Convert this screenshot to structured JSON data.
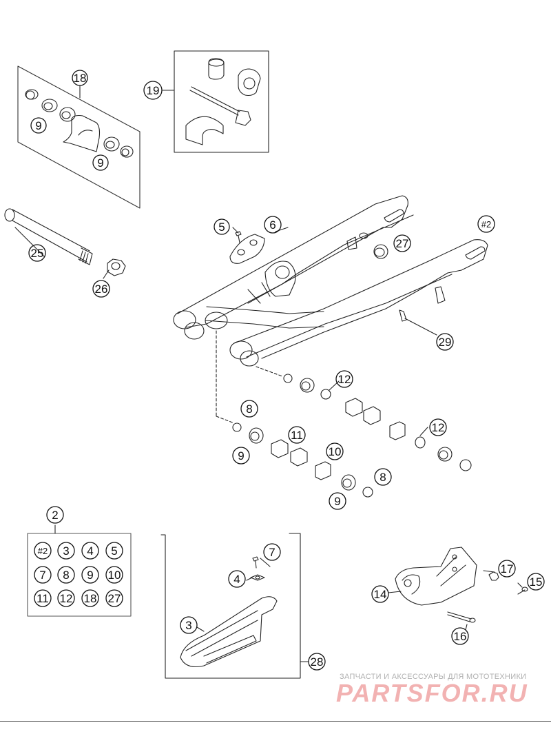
{
  "callouts": [
    {
      "id": "c18a",
      "label": "18"
    },
    {
      "id": "c9a",
      "label": "9"
    },
    {
      "id": "c9b",
      "label": "9"
    },
    {
      "id": "c19",
      "label": "19"
    },
    {
      "id": "c25",
      "label": "25"
    },
    {
      "id": "c26",
      "label": "26"
    },
    {
      "id": "c5",
      "label": "5"
    },
    {
      "id": "c6",
      "label": "6"
    },
    {
      "id": "c27",
      "label": "27"
    },
    {
      "id": "c2hash",
      "label": "#2"
    },
    {
      "id": "c29",
      "label": "29"
    },
    {
      "id": "c12a",
      "label": "12"
    },
    {
      "id": "c8a",
      "label": "8"
    },
    {
      "id": "c11",
      "label": "11"
    },
    {
      "id": "c12b",
      "label": "12"
    },
    {
      "id": "c9c",
      "label": "9"
    },
    {
      "id": "c10",
      "label": "10"
    },
    {
      "id": "c8b",
      "label": "8"
    },
    {
      "id": "c9d",
      "label": "9"
    },
    {
      "id": "c2",
      "label": "2"
    },
    {
      "id": "c7",
      "label": "7"
    },
    {
      "id": "c4",
      "label": "4"
    },
    {
      "id": "c3",
      "label": "3"
    },
    {
      "id": "c28",
      "label": "28"
    },
    {
      "id": "c17",
      "label": "17"
    },
    {
      "id": "c15",
      "label": "15"
    },
    {
      "id": "c14",
      "label": "14"
    },
    {
      "id": "c16",
      "label": "16"
    }
  ],
  "kit_grid": {
    "labels": [
      "#2",
      "3",
      "4",
      "5",
      "7",
      "8",
      "9",
      "10",
      "11",
      "12",
      "18",
      "27"
    ]
  },
  "watermark": {
    "tagline": "ЗАПЧАСТИ И АКСЕССУАРЫ ДЛЯ МОТОТЕХНИКИ",
    "logo_text": "PARTSFOR.RU"
  }
}
